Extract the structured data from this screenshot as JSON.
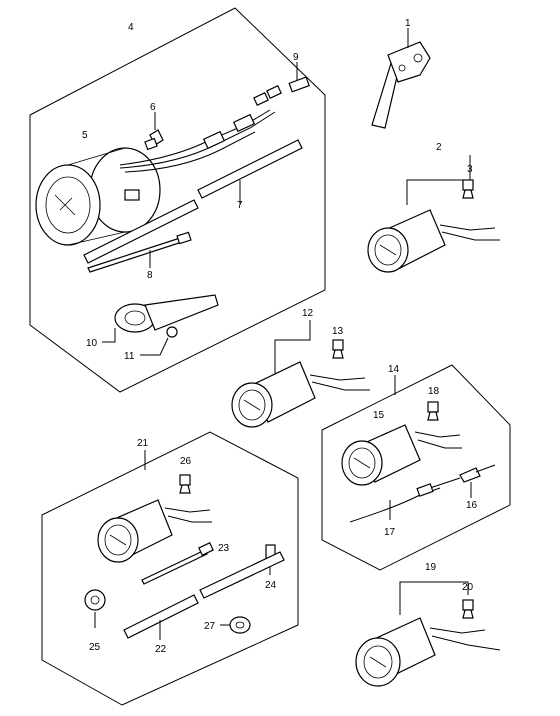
{
  "callouts": {
    "c1": "1",
    "c2": "2",
    "c3": "3",
    "c4": "4",
    "c5": "5",
    "c6": "6",
    "c7": "7",
    "c8": "8",
    "c9": "9",
    "c10": "10",
    "c11": "11",
    "c12": "12",
    "c13": "13",
    "c14": "14",
    "c15": "15",
    "c16": "16",
    "c17": "17",
    "c18": "18",
    "c19": "19",
    "c20": "20",
    "c21": "21",
    "c22": "22",
    "c23": "23",
    "c24": "24",
    "c25": "25",
    "c26": "26",
    "c27": "27"
  },
  "parts": {
    "p1": "throttle-lever-part",
    "p2": "gauge-2-part",
    "p4": "gauge-kit-4-part",
    "p12": "gauge-12-part",
    "p14": "gauge-kit-14-part",
    "p19": "gauge-19-part",
    "p21": "gauge-kit-21-part"
  }
}
